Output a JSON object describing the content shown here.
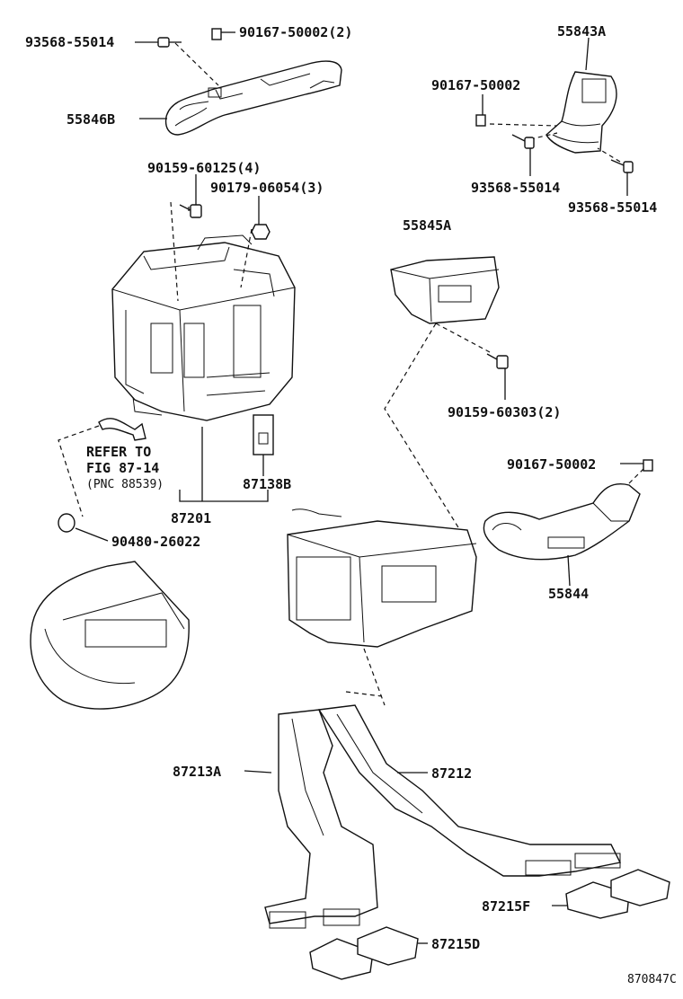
{
  "figure": {
    "code": "870847C"
  },
  "labels": {
    "p93568_55014_a": "93568-55014",
    "p90167_50002_a": "90167-50002(2)",
    "p55846B": "55846B",
    "p55843A": "55843A",
    "p90167_50002_b": "90167-50002",
    "p93568_55014_b": "93568-55014",
    "p93568_55014_c": "93568-55014",
    "p90159_60125": "90159-60125(4)",
    "p90179_06054": "90179-06054(3)",
    "p55845A": "55845A",
    "p90159_60303": "90159-60303(2)",
    "refer1": "REFER TO",
    "refer2": "FIG 87-14",
    "refer3": "(PNC 88539)",
    "p87138B": "87138B",
    "p87201": "87201",
    "p90480_26022": "90480-26022",
    "p90167_50002_c": "90167-50002",
    "p55844": "55844",
    "p87213A": "87213A",
    "p87212": "87212",
    "p87215F": "87215F",
    "p87215D": "87215D"
  },
  "icons": [
    "screw-icon",
    "clip-icon",
    "nut-icon",
    "grommet-icon"
  ]
}
